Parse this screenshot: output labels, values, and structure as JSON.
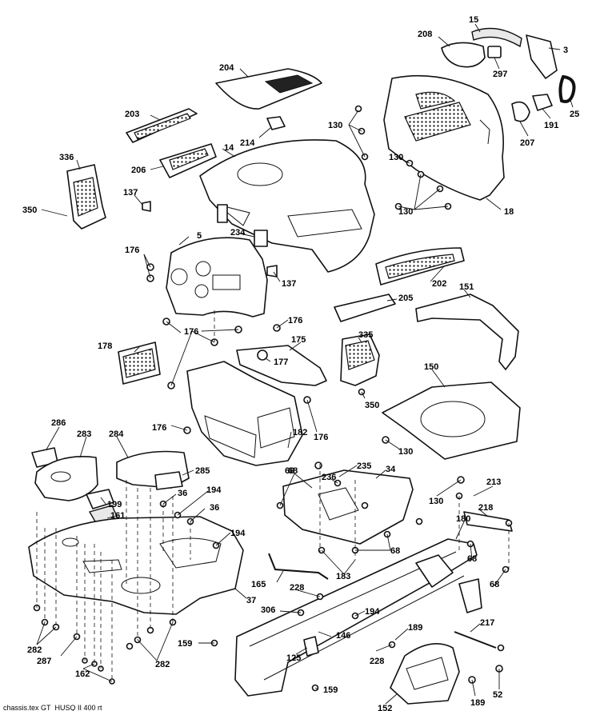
{
  "labels": [
    "15",
    "208",
    "3",
    "297",
    "25",
    "204",
    "191",
    "207",
    "203",
    "214",
    "130",
    "14",
    "206",
    "336",
    "137",
    "18",
    "350",
    "234",
    "5",
    "176",
    "202",
    "137",
    "151",
    "205",
    "176",
    "176",
    "335",
    "175",
    "178",
    "177",
    "150",
    "350",
    "176",
    "176",
    "130",
    "286",
    "283",
    "284",
    "182",
    "235",
    "34",
    "68",
    "285",
    "236",
    "36",
    "194",
    "130",
    "213",
    "199",
    "36",
    "218",
    "161",
    "194",
    "68",
    "180",
    "68",
    "183",
    "68",
    "165",
    "37",
    "228",
    "306",
    "194",
    "146",
    "189",
    "217",
    "228",
    "125",
    "159",
    "282",
    "287",
    "282",
    "162",
    "159",
    "52",
    "189",
    "152"
  ],
  "footer_text": "chassis.tex  GT_HUSQ II  400  rt"
}
